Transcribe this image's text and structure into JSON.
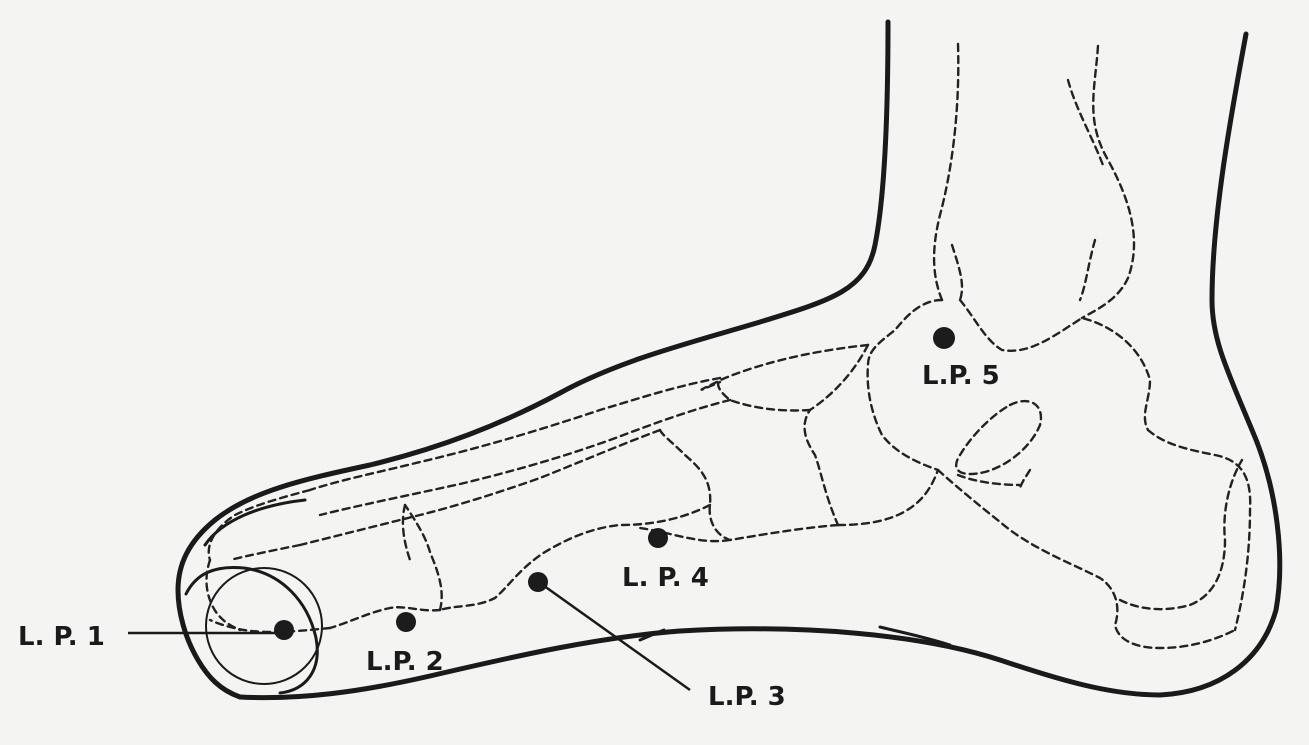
{
  "points": [
    {
      "id": "lp1",
      "label": "L. P. 1"
    },
    {
      "id": "lp2",
      "label": "L.P. 2"
    },
    {
      "id": "lp3",
      "label": "L.P. 3"
    },
    {
      "id": "lp4",
      "label": "L. P. 4"
    },
    {
      "id": "lp5",
      "label": "L.P. 5"
    }
  ]
}
